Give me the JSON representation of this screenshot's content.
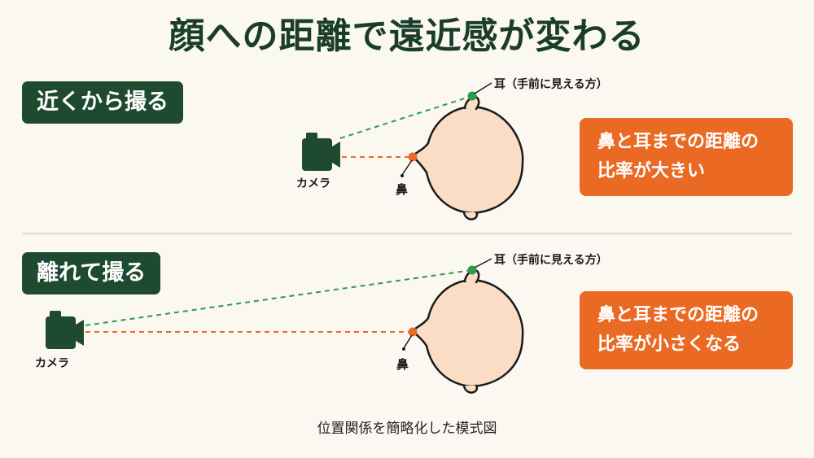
{
  "title": "顔への距離で遠近感が変わる",
  "near": {
    "label": "近くから撮る",
    "camera_label": "カメラ",
    "nose_label": "鼻",
    "ear_label": "耳（手前に見える方）",
    "result_line1": "鼻と耳までの距離の",
    "result_line2": "比率が大きい"
  },
  "far": {
    "label": "離れて撮る",
    "camera_label": "カメラ",
    "nose_label": "鼻",
    "ear_label": "耳（手前に見える方）",
    "result_line1": "鼻と耳までの距離の",
    "result_line2": "比率が小さくなる"
  },
  "caption": "位置関係を簡略化した模式図",
  "icons": {
    "camera": "camera-icon",
    "head": "head-outline"
  },
  "colors": {
    "dark_green": "#1e4a30",
    "orange": "#ea6a24",
    "ear_dot": "#2e9a4e",
    "nose_dot": "#ea6a24",
    "skin": "#fbdcc4",
    "background": "#faf8f0"
  }
}
